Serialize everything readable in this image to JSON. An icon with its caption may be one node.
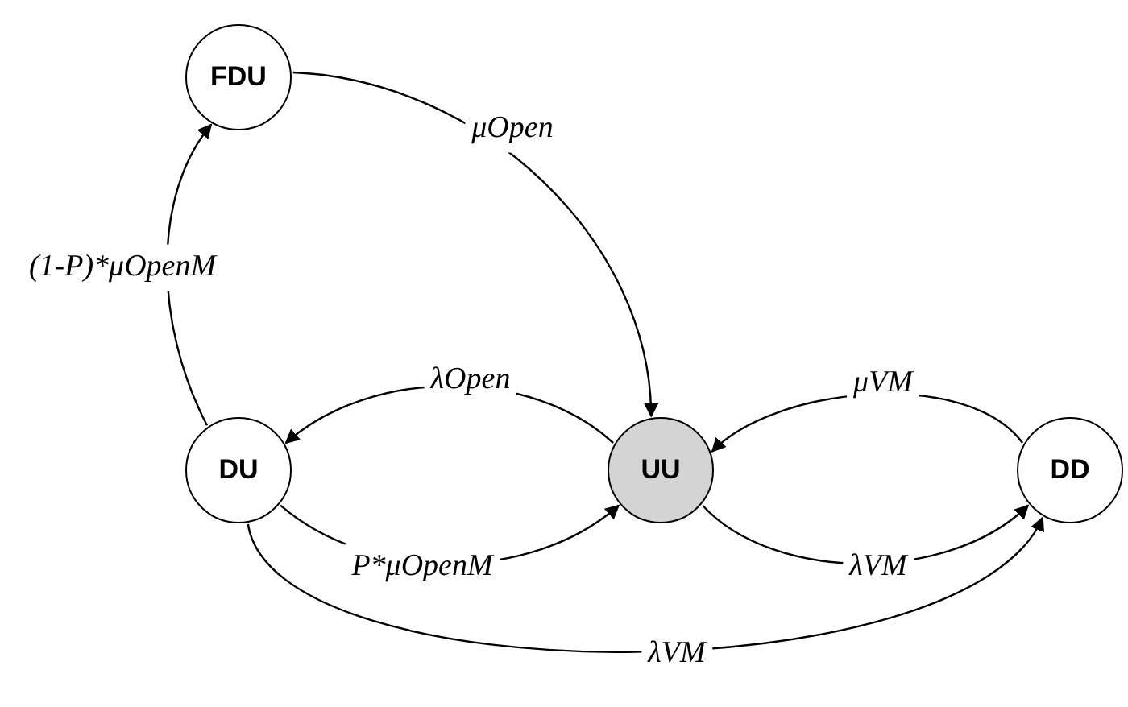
{
  "diagram": {
    "nodes": [
      {
        "text": [
          "FDU"
        ]
      },
      {
        "text": [
          "DU"
        ]
      },
      {
        "text": [
          "UU"
        ]
      },
      {
        "text": [
          "DD"
        ]
      }
    ],
    "edges": [
      {
        "from": 0,
        "to": 2,
        "arrow": "to",
        "label": "μOpen"
      },
      {
        "from": 1,
        "to": 0,
        "arrow": "to",
        "label": "(1-P)*μOpenM"
      },
      {
        "from": 2,
        "to": 1,
        "arrow": "to",
        "label": "λOpen"
      },
      {
        "from": 1,
        "to": 2,
        "arrow": "to",
        "label": "P*μOpenM"
      },
      {
        "from": 3,
        "to": 2,
        "arrow": "to",
        "label": "μVM"
      },
      {
        "from": 2,
        "to": 3,
        "arrow": "to",
        "label": "λVM"
      },
      {
        "from": 1,
        "to": 3,
        "arrow": "to",
        "label": "λVM"
      }
    ]
  }
}
